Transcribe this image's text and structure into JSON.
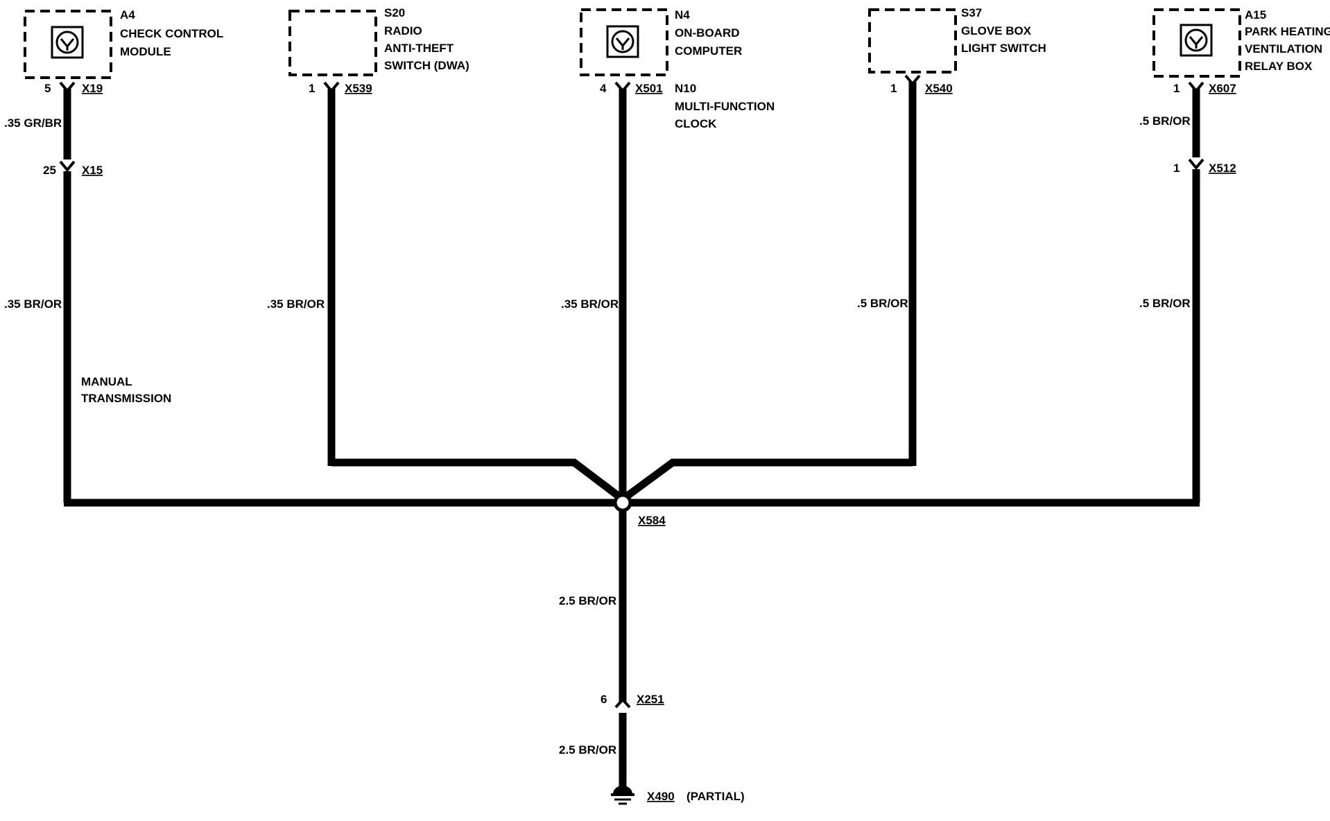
{
  "components": [
    {
      "id": "A4",
      "name_lines": [
        "CHECK CONTROL",
        "MODULE"
      ],
      "pin": "5",
      "connector": "X19",
      "has_symbol": true
    },
    {
      "id": "S20",
      "name_lines": [
        "RADIO",
        "ANTI-THEFT",
        "SWITCH (DWA)"
      ],
      "pin": "1",
      "connector": "X539",
      "has_symbol": false
    },
    {
      "id": "N4",
      "name_lines": [
        "ON-BOARD",
        "COMPUTER"
      ],
      "pin": "4",
      "connector": "X501",
      "has_symbol": true,
      "alt_id": "N10",
      "alt_lines": [
        "MULTI-FUNCTION",
        "CLOCK"
      ]
    },
    {
      "id": "S37",
      "name_lines": [
        "GLOVE BOX",
        "LIGHT SWITCH"
      ],
      "pin": "1",
      "connector": "X540",
      "has_symbol": false
    },
    {
      "id": "A15",
      "name_lines": [
        "PARK HEATING/",
        "VENTILATION",
        "RELAY BOX"
      ],
      "pin": "1",
      "connector": "X607",
      "has_symbol": true
    }
  ],
  "wires": {
    "a4_upper": ".35 GR/BR",
    "a4_lower": ".35 BR/OR",
    "s20": ".35 BR/OR",
    "n4": ".35 BR/OR",
    "s37": ".5 BR/OR",
    "a15_upper": ".5 BR/OR",
    "a15_lower": ".5 BR/OR",
    "ground_upper": "2.5 BR/OR",
    "ground_lower": "2.5 BR/OR"
  },
  "connectors": {
    "x15": {
      "pin": "25",
      "label": "X15"
    },
    "x512": {
      "pin": "1",
      "label": "X512"
    },
    "x251": {
      "pin": "6",
      "label": "X251"
    }
  },
  "splice": "X584",
  "note_lines": [
    "MANUAL",
    "TRANSMISSION"
  ],
  "ground": {
    "label": "X490",
    "note": "(PARTIAL)"
  }
}
